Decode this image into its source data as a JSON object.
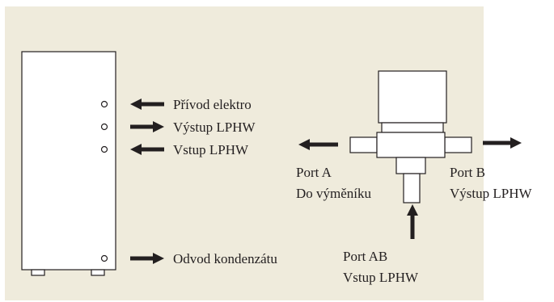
{
  "boiler": {
    "connections": [
      {
        "label": "Přívod elektro",
        "direction": "in"
      },
      {
        "label": "Výstup LPHW",
        "direction": "out"
      },
      {
        "label": "Vstup LPHW",
        "direction": "in"
      },
      {
        "label": "Odvod kondenzátu",
        "direction": "out"
      }
    ]
  },
  "valve": {
    "port_a": {
      "name": "Port A",
      "desc": "Do výměníku"
    },
    "port_b": {
      "name": "Port B",
      "desc": "Výstup LPHW"
    },
    "port_ab": {
      "name": "Port AB",
      "desc": "Vstup LPHW"
    }
  },
  "colors": {
    "background": "#efebdc",
    "line": "#231f20",
    "fill": "#ffffff"
  }
}
